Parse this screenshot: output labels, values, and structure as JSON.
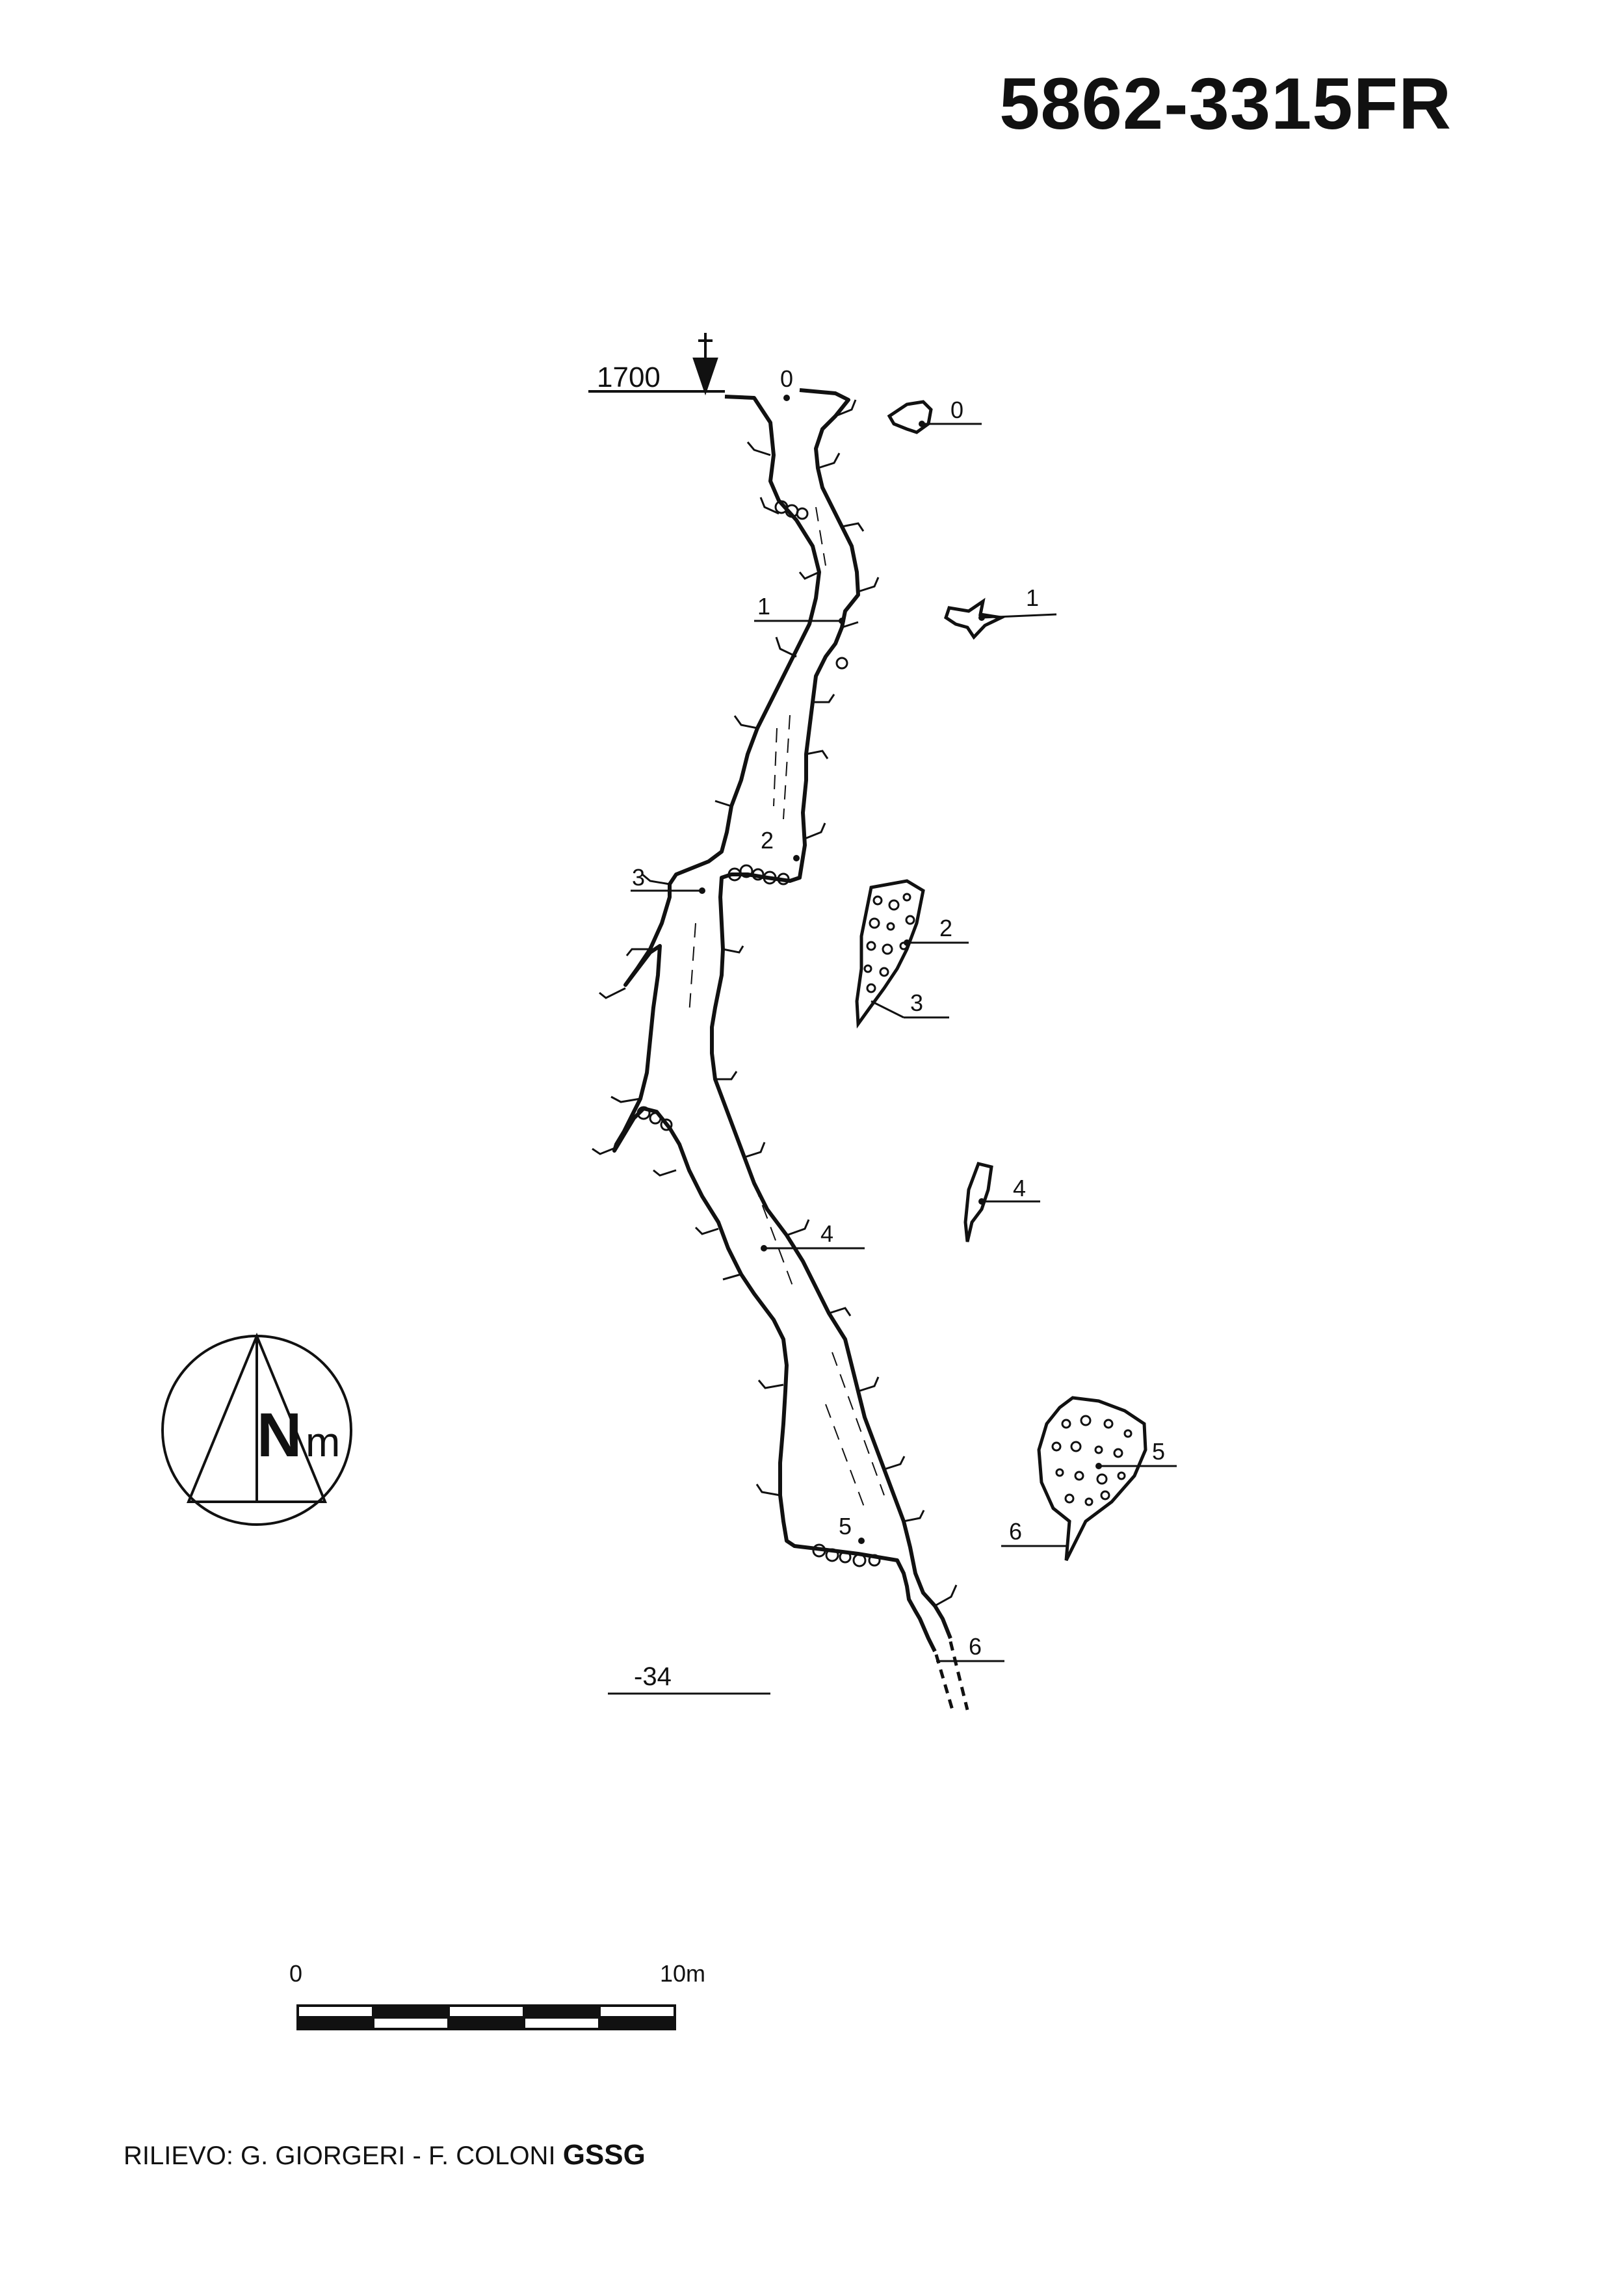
{
  "header": {
    "cave_id": "5862-3315FR"
  },
  "plan": {
    "entrance_altitude": "1700",
    "depth_label": "-34",
    "stations": [
      "0",
      "1",
      "2",
      "3",
      "4",
      "5",
      "6"
    ],
    "section_labels": [
      "0",
      "1",
      "2",
      "3",
      "4",
      "5",
      "6"
    ]
  },
  "north_arrow": {
    "label_main": "N",
    "label_sub": "m"
  },
  "scale_bar": {
    "start_label": "0",
    "end_label": "10m"
  },
  "credits": {
    "survey_text": "RILIEVO: G. GIORGERI - F. COLONI",
    "group": "GSSG"
  }
}
